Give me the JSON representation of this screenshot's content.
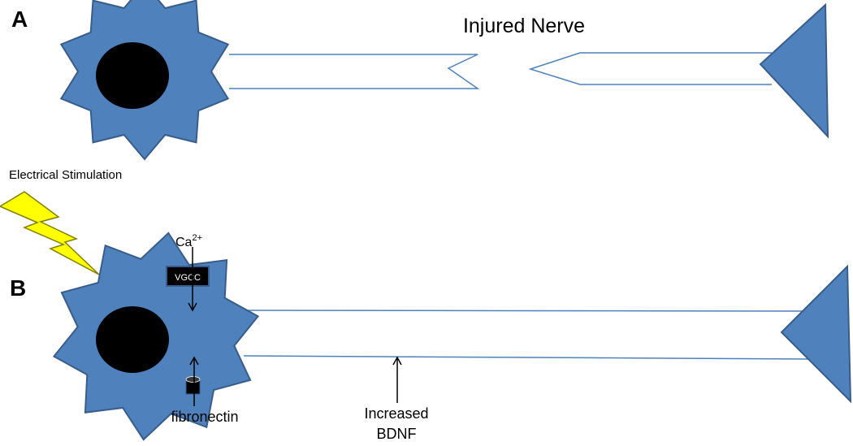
{
  "panel_a": {
    "letter": "A",
    "title": "Injured Nerve"
  },
  "panel_b": {
    "letter": "B",
    "stimulus_label": "Electrical Stimulation",
    "ion_label": "Ca",
    "ion_superscript": "2+",
    "channel_label": "VGCC",
    "substrate_label": "fibronectin",
    "outcome_line1": "Increased",
    "outcome_line2": "BDNF"
  },
  "colors": {
    "cell_fill": "#4f81bd",
    "cell_stroke": "#385d8a",
    "nucleus": "#000000",
    "axon_stroke": "#4f81bd",
    "bolt_fill": "#ffff00",
    "bolt_stroke": "#7f7f00",
    "text": "#000000"
  }
}
